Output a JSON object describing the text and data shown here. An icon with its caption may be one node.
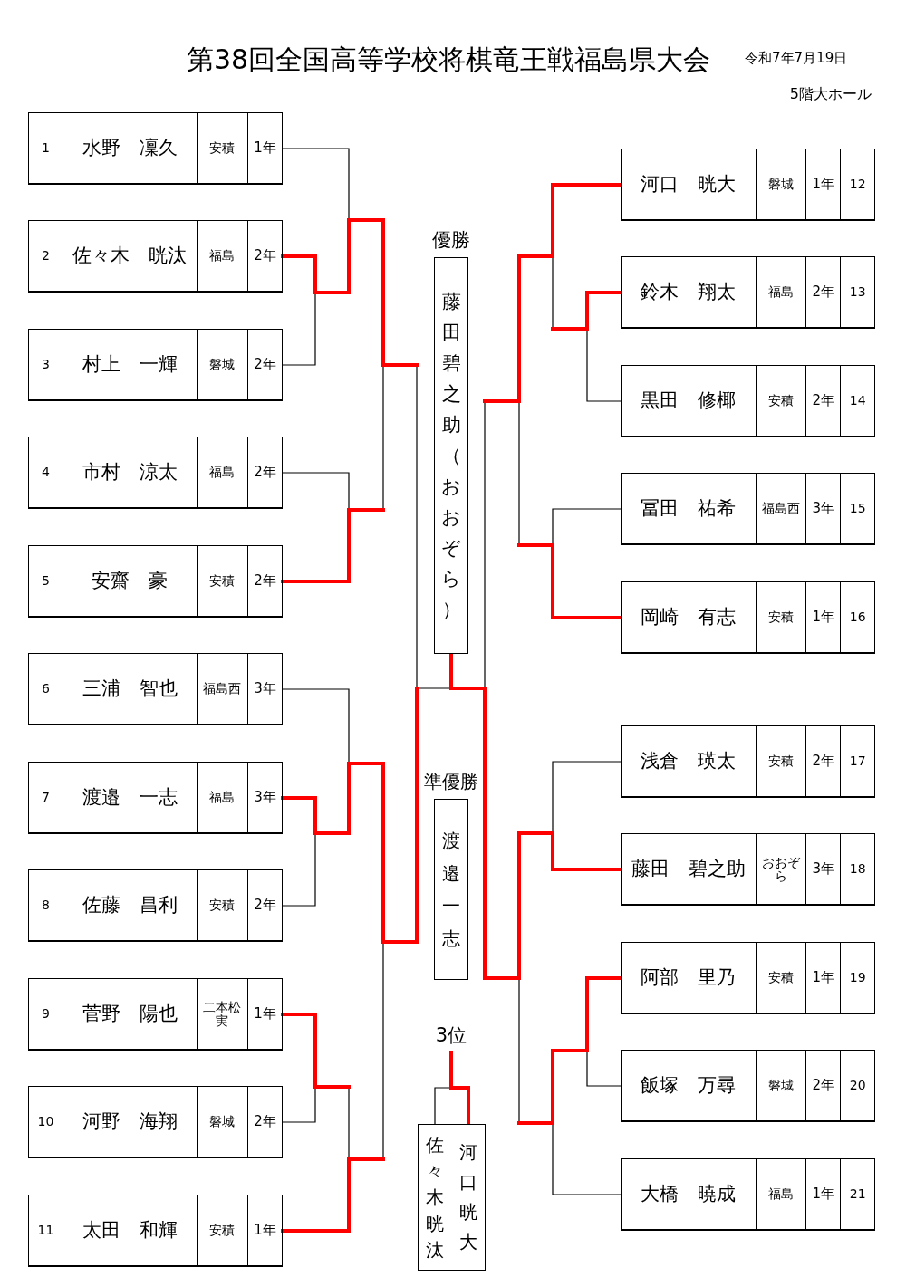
{
  "diagram": {
    "title": "第38回全国高等学校将棋竜王戦福島県大会",
    "nodes": [
      {
        "text": [
          "1",
          "水野　凜久",
          "安積",
          "1年"
        ]
      },
      {
        "text": [
          "2",
          "佐々木　晄汰",
          "福島",
          "2年"
        ]
      },
      {
        "text": [
          "3",
          "村上　一輝",
          "磐城",
          "2年"
        ]
      },
      {
        "text": [
          "4",
          "市村　涼太",
          "福島",
          "2年"
        ]
      },
      {
        "text": [
          "5",
          "安齋　豪",
          "安積",
          "2年"
        ]
      },
      {
        "text": [
          "6",
          "三浦　智也",
          "福島西",
          "3年"
        ]
      },
      {
        "text": [
          "7",
          "渡邉　一志",
          "福島",
          "3年"
        ]
      },
      {
        "text": [
          "8",
          "佐藤　昌利",
          "安積",
          "2年"
        ]
      },
      {
        "text": [
          "9",
          "菅野　陽也",
          "二本松実",
          "1年"
        ]
      },
      {
        "text": [
          "10",
          "河野　海翔",
          "磐城",
          "2年"
        ]
      },
      {
        "text": [
          "11",
          "太田　和輝",
          "安積",
          "1年"
        ]
      },
      {
        "text": [
          "河口　晄大",
          "磐城",
          "1年",
          "12"
        ]
      },
      {
        "text": [
          "鈴木　翔太",
          "福島",
          "2年",
          "13"
        ]
      },
      {
        "text": [
          "黒田　修椰",
          "安積",
          "2年",
          "14"
        ]
      },
      {
        "text": [
          "冨田　祐希",
          "福島西",
          "3年",
          "15"
        ]
      },
      {
        "text": [
          "岡崎　有志",
          "安積",
          "1年",
          "16"
        ]
      },
      {
        "text": [
          "浅倉　瑛太",
          "安積",
          "2年",
          "17"
        ]
      },
      {
        "text": [
          "藤田　碧之助",
          "おおぞら",
          "3年",
          "18"
        ]
      },
      {
        "text": [
          "阿部　里乃",
          "安積",
          "1年",
          "19"
        ]
      },
      {
        "text": [
          "飯塚　万尋",
          "磐城",
          "2年",
          "20"
        ]
      },
      {
        "text": [
          "大橋　暁成",
          "福島",
          "1年",
          "21"
        ]
      },
      {
        "text": [
          "優勝",
          "藤田碧之助（おおぞら）"
        ]
      },
      {
        "text": [
          "準優勝",
          "渡邉一志"
        ]
      },
      {
        "text": [
          "3位"
        ]
      },
      {
        "text": [
          "佐々木晄汰"
        ]
      },
      {
        "text": [
          "河口晄大"
        ]
      }
    ],
    "edges": [
      {
        "from": 0,
        "to": 21,
        "arrow": "none",
        "color": "#000000"
      },
      {
        "from": 1,
        "to": 21,
        "arrow": "none",
        "color": "#000000"
      },
      {
        "from": 2,
        "to": 21,
        "arrow": "none",
        "color": "#000000"
      },
      {
        "from": 3,
        "to": 21,
        "arrow": "none",
        "color": "#000000"
      },
      {
        "from": 4,
        "to": 21,
        "arrow": "none",
        "color": "#000000"
      },
      {
        "from": 5,
        "to": 21,
        "arrow": "none",
        "color": "#ff0000"
      },
      {
        "from": 6,
        "to": 21,
        "arrow": "none",
        "color": "#ff0000"
      },
      {
        "from": 7,
        "to": 21,
        "arrow": "none",
        "color": "#ff0000"
      },
      {
        "from": 8,
        "to": 21,
        "arrow": "none",
        "color": "#ff0000"
      },
      {
        "from": 9,
        "to": 21,
        "arrow": "none",
        "color": "#ff0000"
      },
      {
        "from": 10,
        "to": 21,
        "arrow": "none",
        "color": "#ff0000"
      },
      {
        "from": 11,
        "to": 21,
        "arrow": "none",
        "color": "#000000"
      },
      {
        "from": 12,
        "to": 21,
        "arrow": "none",
        "color": "#000000"
      },
      {
        "from": 13,
        "to": 21,
        "arrow": "none",
        "color": "#000000"
      },
      {
        "from": 14,
        "to": 21,
        "arrow": "none",
        "color": "#000000"
      },
      {
        "from": 15,
        "to": 21,
        "arrow": "none",
        "color": "#000000"
      },
      {
        "from": 16,
        "to": 21,
        "arrow": "none",
        "color": "#ff0000"
      },
      {
        "from": 17,
        "to": 21,
        "arrow": "none",
        "color": "#ff0000"
      },
      {
        "from": 18,
        "to": 21,
        "arrow": "none",
        "color": "#ff0000"
      },
      {
        "from": 19,
        "to": 21,
        "arrow": "none",
        "color": "#ff0000"
      },
      {
        "from": 20,
        "to": 21,
        "arrow": "none",
        "color": "#ff0000"
      },
      {
        "from": 23,
        "to": 24,
        "arrow": "none",
        "color": "#000000"
      },
      {
        "from": 23,
        "to": 25,
        "arrow": "none",
        "color": "#ff0000"
      }
    ],
    "labels": [
      "令和7年7月19日",
      "5階大ホール"
    ]
  }
}
